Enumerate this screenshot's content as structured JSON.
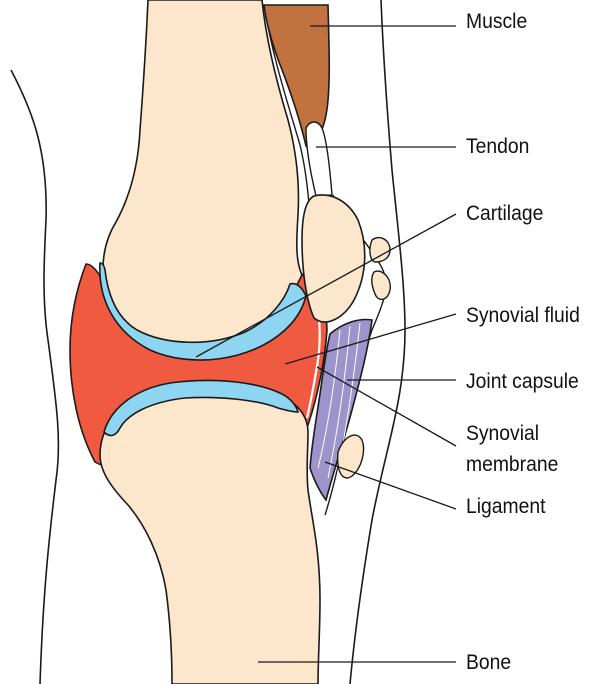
{
  "diagram": {
    "labels": {
      "muscle": "Muscle",
      "tendon": "Tendon",
      "cartilage": "Cartilage",
      "synovial_fluid": "Synovial fluid",
      "joint_capsule": "Joint capsule",
      "synovial_membrane_line1": "Synovial",
      "synovial_membrane_line2": "membrane",
      "ligament": "Ligament",
      "bone": "Bone"
    },
    "colors": {
      "bone": "#FCE6CC",
      "cartilage": "#8DD5F0",
      "synovial_fluid": "#EF5A41",
      "muscle": "#C1723F",
      "ligament": "#9D94CB",
      "outline": "#1A1A1A"
    }
  }
}
